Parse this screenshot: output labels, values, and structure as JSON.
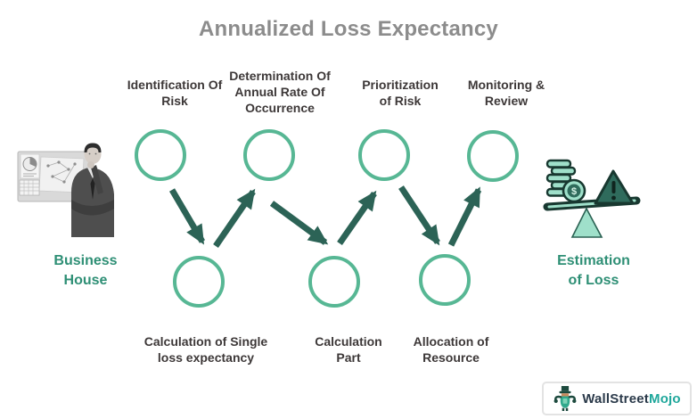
{
  "title": "Annualized Loss Expectancy",
  "flow": {
    "top_steps": [
      "Identification Of\nRisk",
      "Determination Of\nAnnual Rate Of\nOccurrence",
      "Prioritization\nof Risk",
      "Monitoring &\nReview"
    ],
    "bottom_steps": [
      "Calculation of Single\nloss expectancy",
      "Calculation\nPart",
      "Allocation of\nResource"
    ]
  },
  "left_figure": {
    "label": "Business\nHouse",
    "illustration": "businessman-thinking-at-strategy-board"
  },
  "right_figure": {
    "label": "Estimation\nof Loss",
    "icon": "coins-vs-risk-balance-scale"
  },
  "watermark": {
    "brand_primary": "WallStreet",
    "brand_accent": "Mojo",
    "mascot": "wallstreetmojo-mascot"
  },
  "colors": {
    "circle_stroke": "#57b794",
    "arrow": "#2c6356",
    "title_text": "#8c8c8c",
    "step_text": "#3d3838",
    "teal_text": "#2e8f75",
    "logo_primary": "#2b3a4a",
    "logo_accent": "#1fa79b",
    "icon_dark": "#183830",
    "icon_teal_light": "#9fe0ca",
    "icon_teal_mid": "#2f6b5c"
  }
}
